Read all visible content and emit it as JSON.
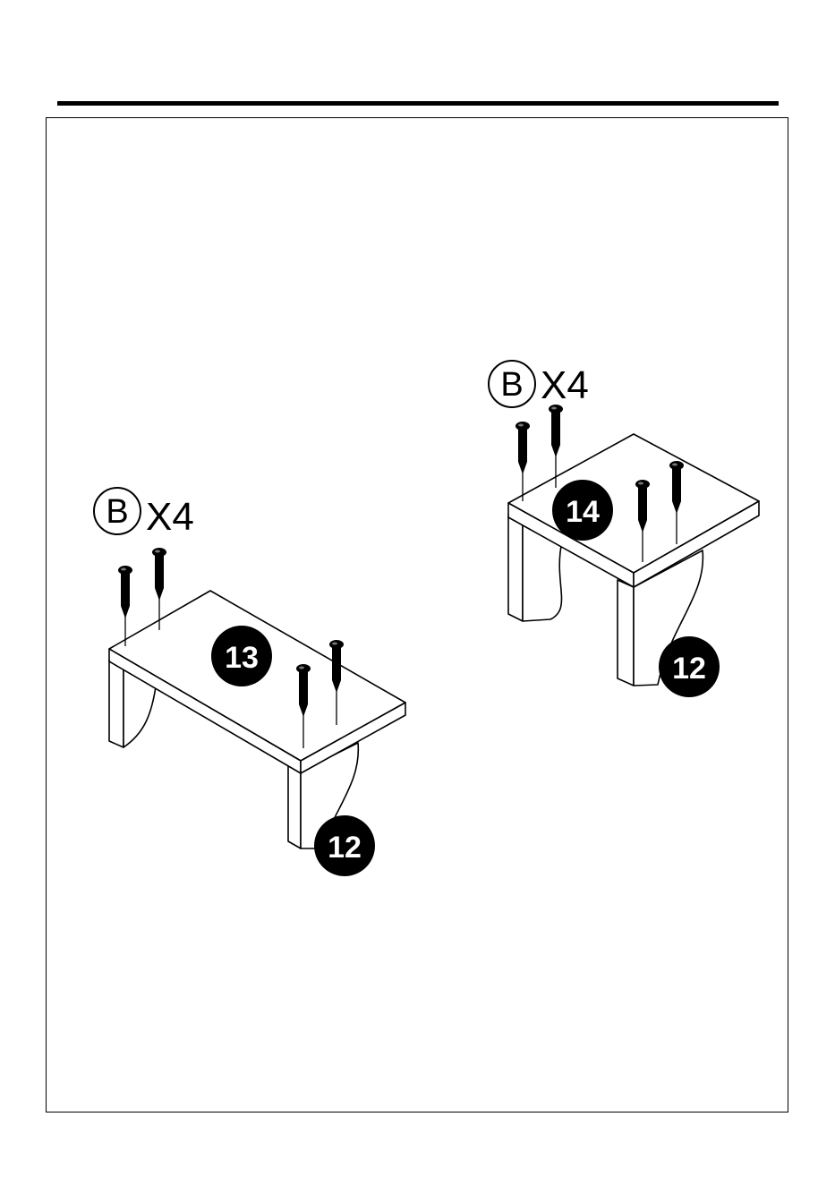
{
  "hardware": {
    "letter": "B",
    "qty_text": "X4"
  },
  "assembly_left": {
    "top_part": "13",
    "side_part": "12"
  },
  "assembly_right": {
    "top_part": "14",
    "side_part": "12"
  },
  "colors": {
    "line": "#000000",
    "background": "#ffffff",
    "badge_fill": "#000000",
    "badge_text": "#ffffff"
  },
  "icons": [
    "screw-icon",
    "part-number-badge"
  ]
}
